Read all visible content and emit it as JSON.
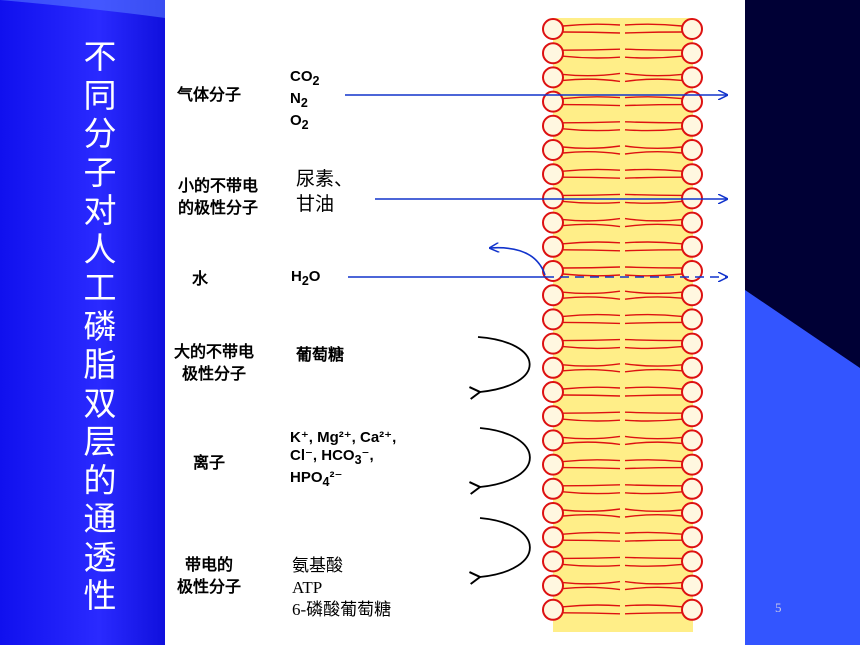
{
  "title_chars": [
    "不",
    "同",
    "分",
    "子",
    "对",
    "人",
    "工",
    "磷",
    "脂",
    "双",
    "层",
    "的",
    "通",
    "透",
    "性"
  ],
  "rows": {
    "gas": {
      "category": "气体分子",
      "molecules": {
        "co2": "CO",
        "co2_sub": "2",
        "n2": "N",
        "n2_sub": "2",
        "o2": "O",
        "o2_sub": "2"
      }
    },
    "small_polar": {
      "category_line1": "小的不带电",
      "category_line2": "的极性分子",
      "molecule_line1": "尿素、",
      "molecule_line2": "甘油"
    },
    "water": {
      "category": "水",
      "molecule": "H",
      "molecule_sub": "2",
      "molecule_tail": "O"
    },
    "large_polar": {
      "category_line1": "大的不带电",
      "category_line2": "极性分子",
      "molecule": "葡萄糖"
    },
    "ions": {
      "category": "离子",
      "line1": "K⁺, Mg²⁺, Ca²⁺,",
      "line2a": "Cl⁻, HCO",
      "line2sub": "3",
      "line2b": "⁻,",
      "line3a": "HPO",
      "line3sub": "4",
      "line3b": "²⁻"
    },
    "charged_polar": {
      "category_line1": "带电的",
      "category_line2": "极性分子",
      "molecule_line1": "氨基酸",
      "molecule_line2": "ATP",
      "molecule_line3": "6-磷酸葡萄糖"
    }
  },
  "colors": {
    "left_band": "#1a1aff",
    "right_dark": "#000035",
    "accent_blue": "#3355ff",
    "head_red": "#dd1111",
    "core_yellow": "#ffee88",
    "arrow_blue": "#1133cc"
  },
  "page_number": "5"
}
